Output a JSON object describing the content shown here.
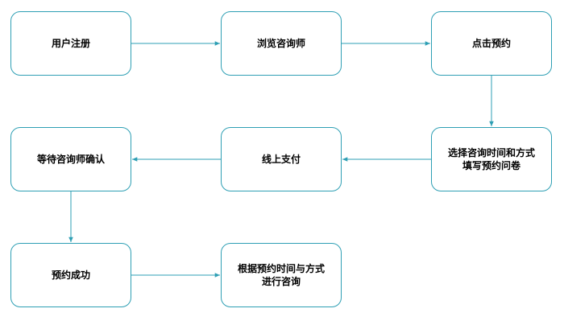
{
  "colors": {
    "accent": "#2e9fb4",
    "text": "#000000",
    "background": "#ffffff"
  },
  "steps": [
    {
      "label": "用户注册"
    },
    {
      "label": "浏览咨询师"
    },
    {
      "label": "点击预约"
    },
    {
      "label": "选择咨询时间和方式\n填写预约问卷"
    },
    {
      "label": "线上支付"
    },
    {
      "label": "等待咨询师确认"
    },
    {
      "label": "预约成功"
    },
    {
      "label": "根据预约时间与方式\n进行咨询"
    }
  ]
}
